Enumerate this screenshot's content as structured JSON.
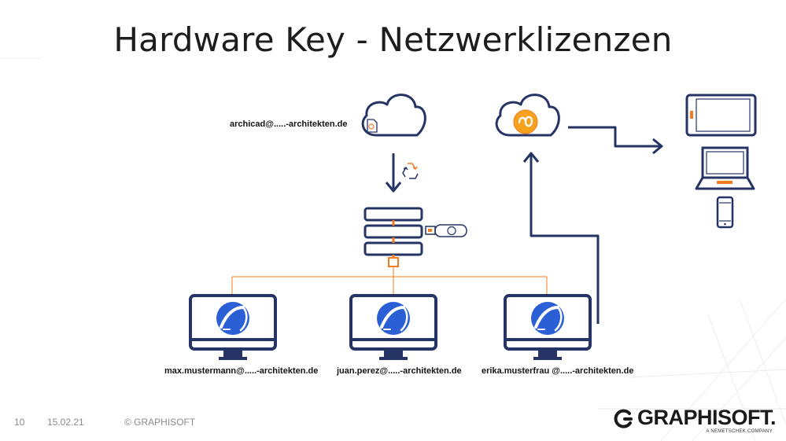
{
  "title": "Hardware Key - Netzwerklizenzen",
  "labels": {
    "cloud_account": "archicad@.....-architekten.de",
    "user1": "max.mustermann@.....-architekten.de",
    "user2": "juan.perez@.....-architekten.de",
    "user3": "erika.musterfrau @.....-architekten.de"
  },
  "footer": {
    "page": "10",
    "date": "15.02.21",
    "copyright": "© GRAPHISOFT"
  },
  "brand": {
    "name": "GRAPHISOFT.",
    "tagline": "A NEMETSCHEK COMPANY"
  },
  "colors": {
    "navy": "#253465",
    "orange": "#f47b20",
    "logo_blue": "#2a5fd6"
  },
  "icons": [
    "cloud-icon",
    "document-icon",
    "recycle-icon",
    "server-icon",
    "usb-key-icon",
    "monitor-icon",
    "archicad-logo-icon",
    "bimx-cloud-icon",
    "tablet-icon",
    "laptop-icon",
    "phone-icon",
    "graphisoft-logo-icon"
  ]
}
